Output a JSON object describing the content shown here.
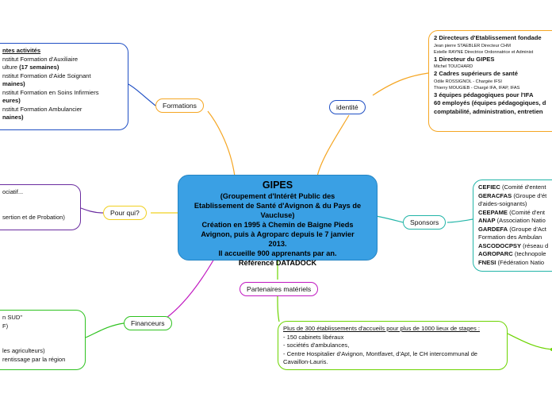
{
  "central": {
    "title": "GIPES",
    "lines": [
      "(Groupement d'Intérêt Public des",
      "Etablissement de Santé d'Avignon & du Pays de",
      "Vaucluse)",
      "Création en 1995 à Chemin de Baigne Pieds",
      "Avignon, puis à Agroparc depuis le 7 janvier",
      "2013.",
      "Il accueille 900 apprenants par an.",
      "Référencé DATADOCK"
    ]
  },
  "branches": {
    "formations": "Formations",
    "identite": "identité",
    "pourqui": "Pour qui?",
    "sponsors": "Sponsors",
    "financeurs": "Financeurs",
    "partenaires": "Partenaires matériels"
  },
  "formations_box": {
    "heading": "ntes activités",
    "lines": [
      "nstitut Formation d'Auxiliaire",
      "ulture",
      "nstitut Formation d'Aide Soignant",
      "maines)",
      "nstitut Formation en Soins Infirmiers",
      "eures)",
      "nstitut Formation Ambulancier",
      "naines)"
    ],
    "line2_bold": "(17 semaines)"
  },
  "identite_box": {
    "lines": [
      {
        "text": "2 Directeurs d'Etablissement fondade",
        "style": "b"
      },
      {
        "text": "Jean pierre STAEBLER Directeur CHM",
        "style": "small"
      },
      {
        "text": "Estelle RAYNE Directrice Ordonnatrice et Administ",
        "style": "small"
      },
      {
        "text": "1 Directeur du GIPES",
        "style": "b"
      },
      {
        "text": "Michel TOUCHARD",
        "style": "small"
      },
      {
        "text": "2 Cadres supérieurs de santé",
        "style": "b"
      },
      {
        "text": "Odile ROSSIGNOL - Chargée IFSI",
        "style": "small"
      },
      {
        "text": "Thierry MOUGIEB - Chargé IFA, IFAP, IFAS",
        "style": "small"
      },
      {
        "text": "3 équipes pédagogiques pour l'IFA",
        "style": "b"
      },
      {
        "text": "60 employés (équipes pédagogiques, d",
        "style": "b"
      },
      {
        "text": "comptabilité, administration, entretien",
        "style": "b"
      }
    ]
  },
  "pourqui_box": {
    "lines": [
      "ociatif...",
      "",
      "",
      "sertion et de Probation)"
    ]
  },
  "sponsors_box": {
    "items": [
      {
        "abbr": "CEFIEC",
        "rest": " (Comité d'entent"
      },
      {
        "abbr": "GERACFAS",
        "rest": " (Groupe d'ét"
      },
      {
        "abbr": "",
        "rest": "d'aides-soignants)"
      },
      {
        "abbr": "CEEPAME",
        "rest": " (Comité d'ent"
      },
      {
        "abbr": "ANAP",
        "rest": " (Association Natio"
      },
      {
        "abbr": "GARDEFA",
        "rest": " (Groupe d'Act"
      },
      {
        "abbr": "",
        "rest": "Formation des Ambulan"
      },
      {
        "abbr": "ASCODOCPSY",
        "rest": " (réseau d"
      },
      {
        "abbr": "AGROPARC",
        "rest": " (technopole"
      },
      {
        "abbr": "FNESI",
        "rest": " (Fédération Natio"
      }
    ]
  },
  "financeurs_box": {
    "lines": [
      "n SUD\"",
      "F)",
      "",
      "",
      "les agriculteurs)",
      "rentissage par la région"
    ]
  },
  "partenaires_box": {
    "heading": "Plus de 300 établissements d'accueils pour plus de 1000 lieux de stages :",
    "lines": [
      "- 150 cabinets libéraux",
      "- sociétés d'ambulances,",
      "- Centre Hospitalier d'Avignon, Montfavet, d'Apt, le CH intercommunal de",
      "Cavaillon-Lauris."
    ]
  },
  "colors": {
    "formations": "#1f4fc4",
    "identite": "#f5a623",
    "pourqui": "#6a2ca0",
    "sponsors": "#22b5a8",
    "financeurs": "#2ec21f",
    "partenaires": "#6cd400",
    "pourqui_pill": "#f0d020",
    "financeurs_link": "#c018c0",
    "central_fill": "#3aa0e4"
  }
}
